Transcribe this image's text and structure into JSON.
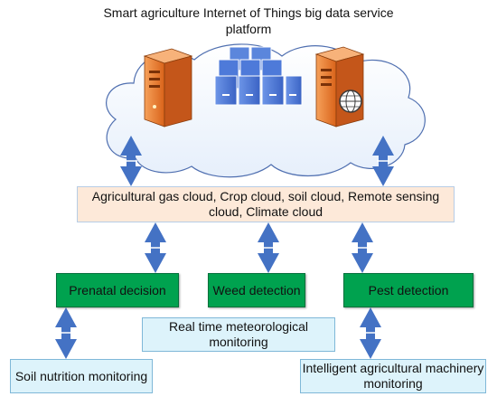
{
  "title": "Smart agriculture Internet of Things big data service platform",
  "cloud_layer": "Agricultural gas cloud, Crop cloud, soil cloud, Remote sensing cloud, Climate cloud",
  "modules": {
    "prenatal": "Prenatal decision",
    "weed": "Weed detection",
    "pest": "Pest detection",
    "realtime": "Real time meteorological monitoring",
    "soil": "Soil nutrition monitoring",
    "machinery": "Intelligent agricultural machinery monitoring"
  },
  "colors": {
    "arrow": "#4472c4",
    "server_orange": "#f07c2c",
    "server_blue": "#4e7ad9",
    "green_box": "#00a24f",
    "cyan_box": "#ddf3fb",
    "peach_box": "#fde9d9"
  }
}
